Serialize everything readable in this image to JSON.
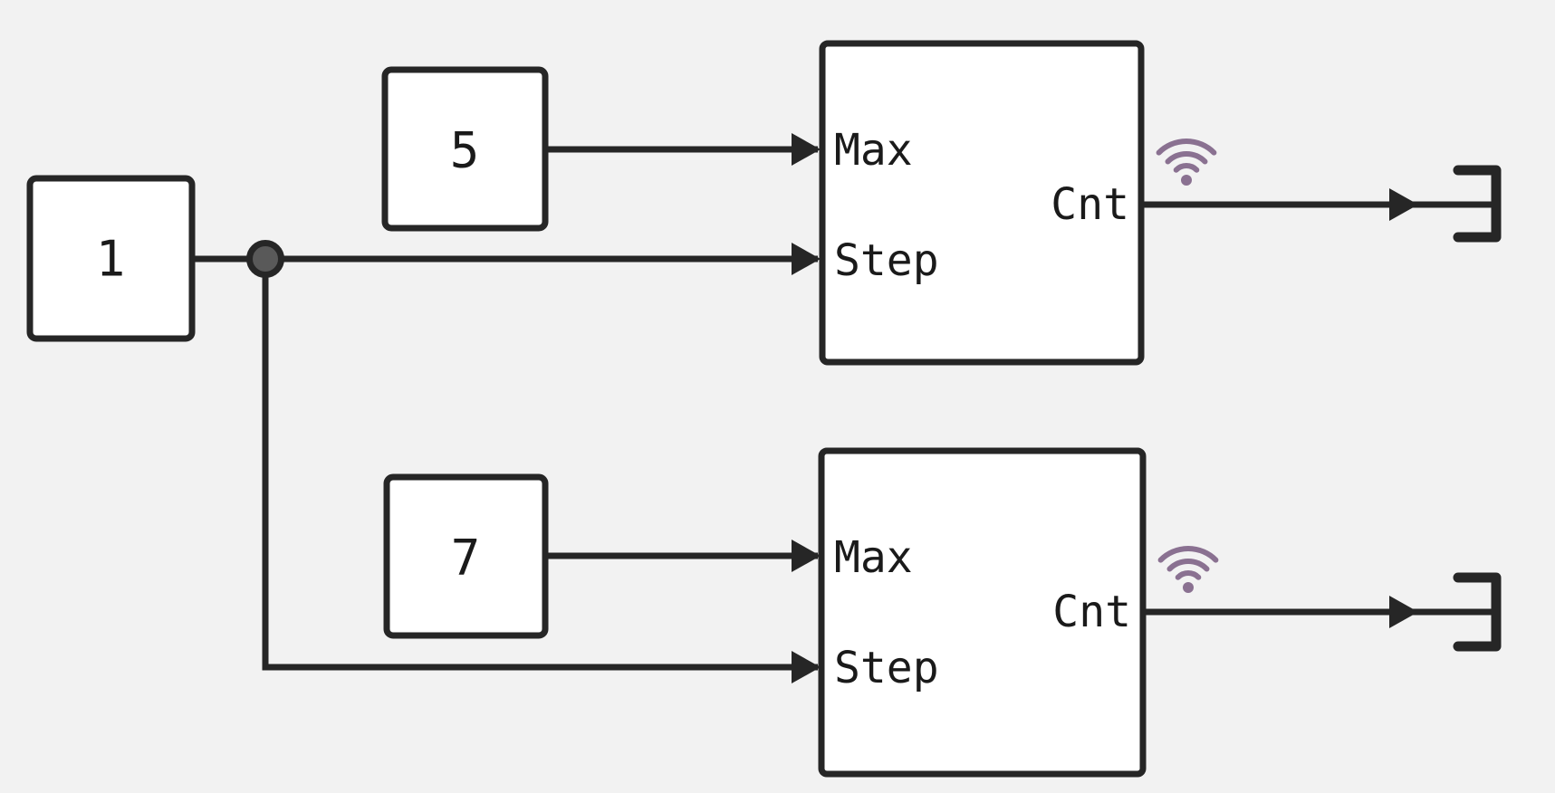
{
  "canvas": {
    "background": "#f2f2f2",
    "line_color": "#262626",
    "block_fill": "#ffffff",
    "junction_fill": "#595959",
    "wireless_color": "#8a7191"
  },
  "constants": [
    {
      "label": "1"
    },
    {
      "label": "5"
    },
    {
      "label": "7"
    }
  ],
  "counters": [
    {
      "ports": {
        "max": "Max",
        "step": "Step",
        "cnt": "Cnt"
      }
    },
    {
      "ports": {
        "max": "Max",
        "step": "Step",
        "cnt": "Cnt"
      }
    }
  ],
  "icons": {
    "wireless": "wifi-signal-icon",
    "terminator": "output-terminator-bracket",
    "arrow": "arrowhead"
  }
}
